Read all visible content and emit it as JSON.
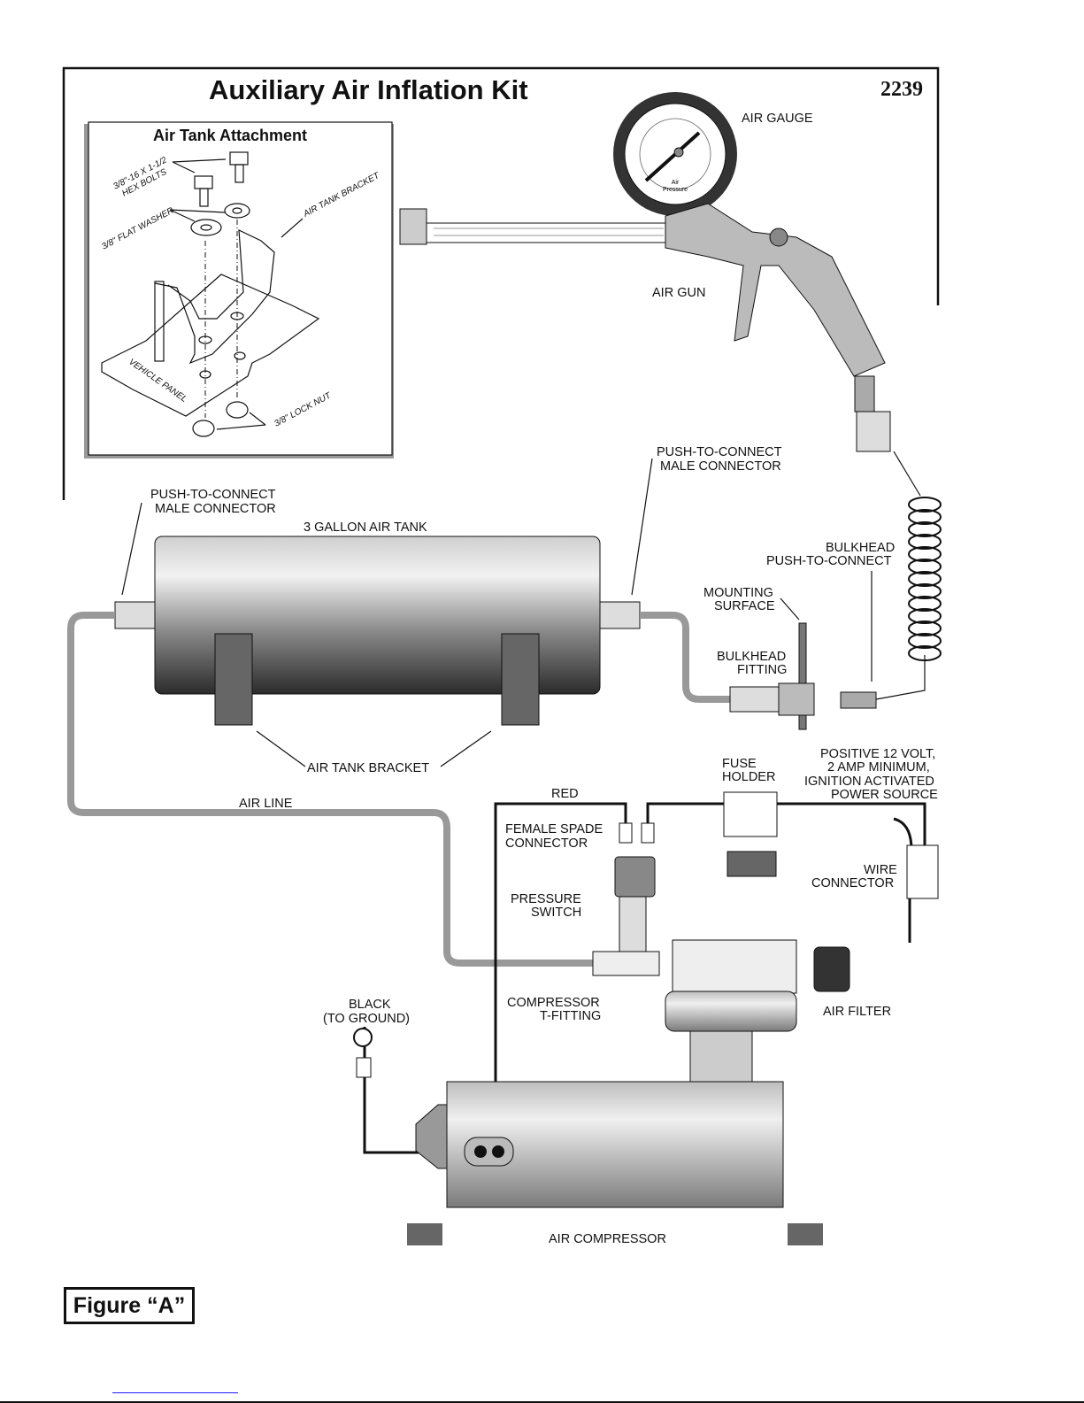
{
  "header": {
    "title": "Auxiliary Air Inflation Kit",
    "number": "2239"
  },
  "inset": {
    "title": "Air Tank Attachment",
    "labels": {
      "hex_bolts_1": "3/8\"-16 X 1-1/2",
      "hex_bolts_2": "HEX BOLTS",
      "flat_washer": "3/8\" FLAT WASHER",
      "bracket": "AIR TANK BRACKET",
      "vehicle_panel": "VEHICLE PANEL",
      "lock_nut": "3/8\" LOCK NUT"
    }
  },
  "gauge": {
    "label": "AIR GAUGE",
    "face_line1": "Air",
    "face_line2": "Pressure"
  },
  "labels": {
    "air_gun": "AIR GUN",
    "ptc_left_1": "PUSH-TO-CONNECT",
    "ptc_left_2": "MALE CONNECTOR",
    "ptc_right_1": "PUSH-TO-CONNECT",
    "ptc_right_2": "MALE CONNECTOR",
    "tank": "3 GALLON AIR TANK",
    "bulkhead_ptc_1": "BULKHEAD",
    "bulkhead_ptc_2": "PUSH-TO-CONNECT",
    "mounting_1": "MOUNTING",
    "mounting_2": "SURFACE",
    "bulkhead_fitting_1": "BULKHEAD",
    "bulkhead_fitting_2": "FITTING",
    "tank_bracket": "AIR TANK BRACKET",
    "fuse_1": "FUSE",
    "fuse_2": "HOLDER",
    "power_1": "POSITIVE 12 VOLT,",
    "power_2": "2   AMP MINIMUM,",
    "power_3": "IGNITION ACTIVATED",
    "power_4": "POWER SOURCE",
    "red": "RED",
    "air_line": "AIR LINE",
    "spade_1": "FEMALE SPADE",
    "spade_2": "CONNECTOR",
    "wire_1": "WIRE",
    "wire_2": "CONNECTOR",
    "pressure_1": "PRESSURE",
    "pressure_2": "SWITCH",
    "black_1": "BLACK",
    "black_2": "(TO GROUND)",
    "tfit_1": "COMPRESSOR",
    "tfit_2": "T-FITTING",
    "air_filter": "AIR FILTER",
    "compressor": "AIR COMPRESSOR"
  },
  "figure_label": "Figure “A”"
}
